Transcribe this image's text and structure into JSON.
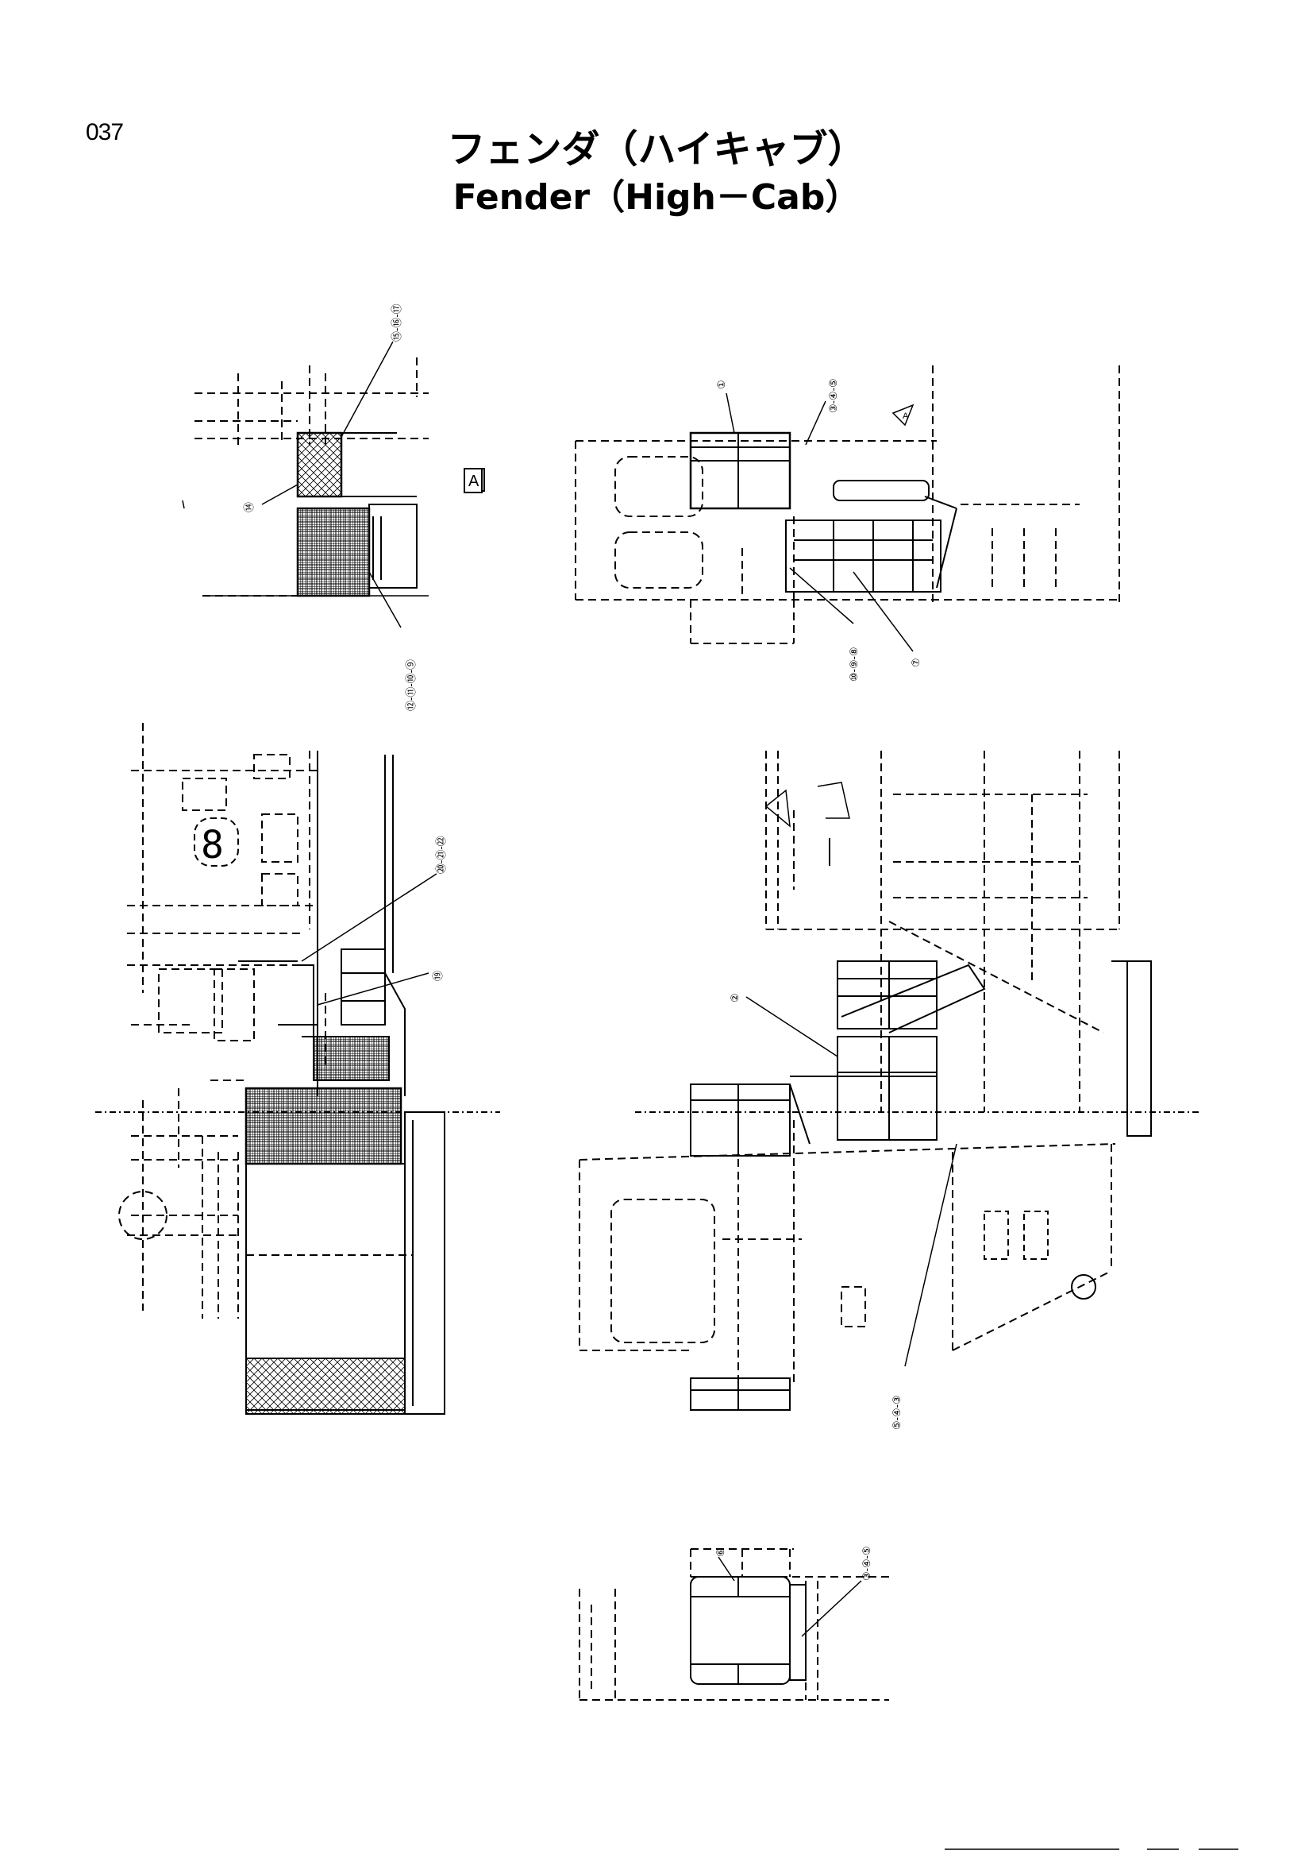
{
  "page_number": "037",
  "title_jp": "フェンダ（ハイキャブ）",
  "title_en": "Fender（High－Cab）",
  "view_marker_a": "A",
  "view_marker_a_arrow": "A",
  "callouts": {
    "c15_16_17": "⑮-⑯-⑰",
    "c14": "⑭",
    "c12_11_10_09": "⑫-⑪-⑩-⑨",
    "c01_top": "①",
    "c03_04_05_top": "③-④-⑤",
    "c10_09_08": "⑩-⑨-⑧",
    "c07": "⑦",
    "c20_21_22": "⑳-㉑-㉒",
    "c19": "⑲",
    "c02": "②",
    "c05_04_03": "⑤-④-③",
    "c06": "⑥",
    "c03_04_05_bottom": "③-④-⑤"
  }
}
